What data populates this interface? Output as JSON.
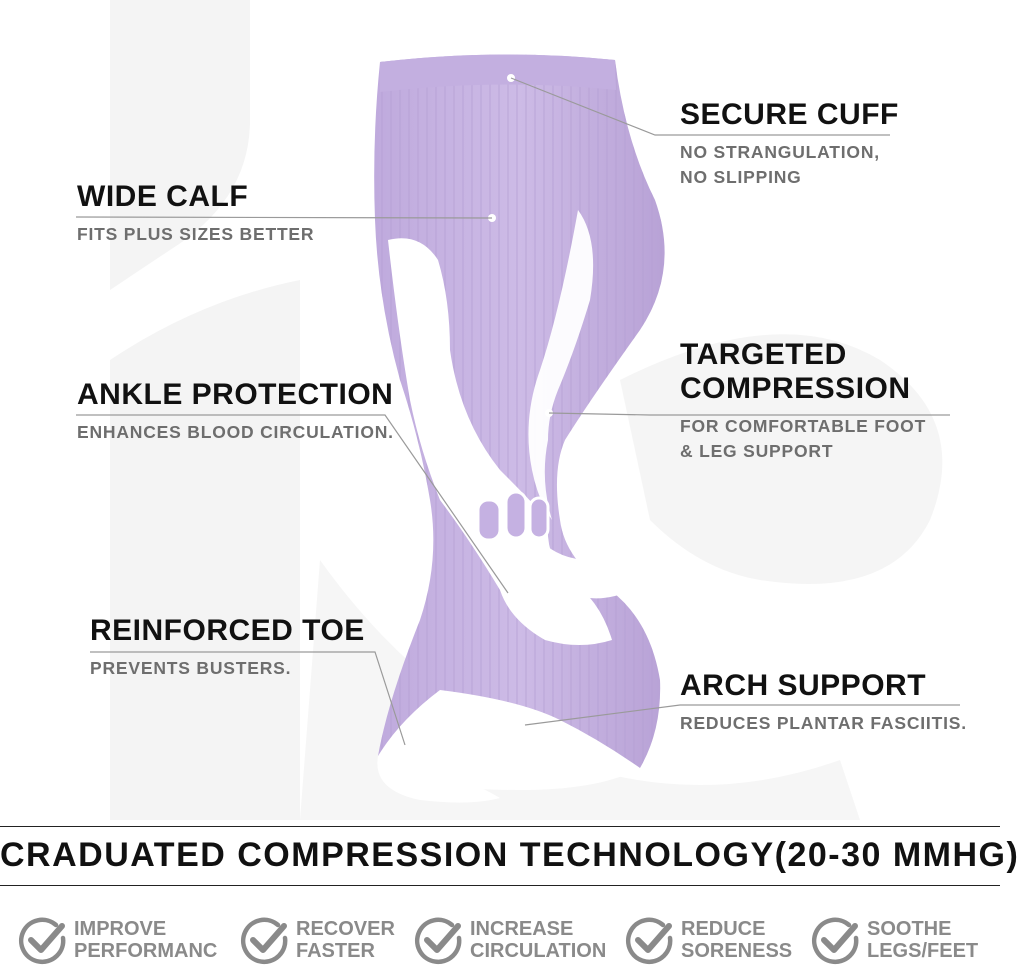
{
  "features": {
    "secure_cuff": {
      "title": "SECURE CUFF",
      "sub1": "NO STRANGULATION,",
      "sub2": "NO SLIPPING"
    },
    "wide_calf": {
      "title": "WIDE CALF",
      "sub1": "FITS PLUS SIZES BETTER"
    },
    "targeted_compression": {
      "title1": "TARGETED",
      "title2": "COMPRESSION",
      "sub1": "FOR COMFORTABLE FOOT",
      "sub2": "& LEG SUPPORT"
    },
    "ankle_protection": {
      "title": "ANKLE PROTECTION",
      "sub1": "ENHANCES BLOOD CIRCULATION."
    },
    "reinforced_toe": {
      "title": "REINFORCED TOE",
      "sub1": "PREVENTS BUSTERS."
    },
    "arch_support": {
      "title": "ARCH SUPPORT",
      "sub1": "REDUCES PLANTAR FASCIITIS."
    }
  },
  "footer": {
    "title": "CRADUATED COMPRESSION TECHNOLOGY(20-30 MMHG)"
  },
  "benefits": [
    {
      "line1": "IMPROVE",
      "line2": "PERFORMANC",
      "icon": "check-circle-icon"
    },
    {
      "line1": "RECOVER",
      "line2": "FASTER",
      "icon": "check-circle-icon"
    },
    {
      "line1": "INCREASE",
      "line2": "CIRCULATION",
      "icon": "check-circle-icon"
    },
    {
      "line1": "REDUCE",
      "line2": "SORENESS",
      "icon": "check-circle-icon"
    },
    {
      "line1": "SOOTHE",
      "line2": "LEGS/FEET",
      "icon": "check-circle-icon"
    }
  ],
  "colors": {
    "sock_lavender": "#c9b6e4",
    "sock_white": "#ffffff",
    "text_dark": "#111111",
    "text_gray": "#6e6e6e",
    "watermark": "#f3f3f3"
  }
}
